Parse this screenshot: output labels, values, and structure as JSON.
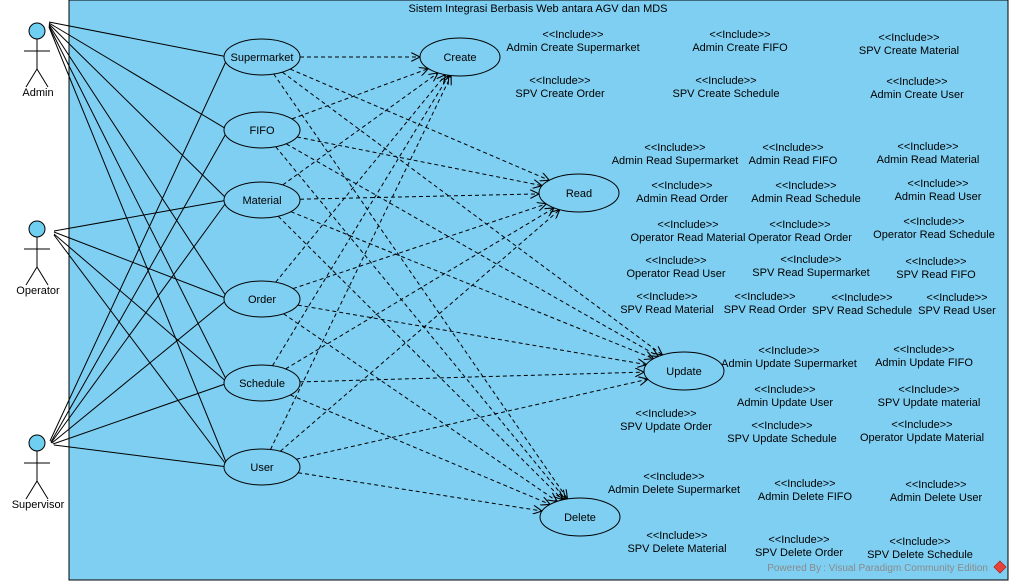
{
  "system_title": "Sistem Integrasi Berbasis Web antara AGV dan MDS",
  "watermark": "Powered By : Visual Paradigm Community Edition",
  "colors": {
    "boundary_fill": "#7fcff2",
    "actor_fill": "#6ecff0",
    "stroke": "#000000",
    "logo": "#e8413a"
  },
  "actors": [
    {
      "id": "admin",
      "label": "Admin"
    },
    {
      "id": "operator",
      "label": "Operator"
    },
    {
      "id": "supervisor",
      "label": "Supervisor"
    }
  ],
  "source_use_cases": [
    {
      "id": "supermarket",
      "label": "Supermarket"
    },
    {
      "id": "fifo",
      "label": "FIFO"
    },
    {
      "id": "material",
      "label": "Material"
    },
    {
      "id": "order",
      "label": "Order"
    },
    {
      "id": "schedule",
      "label": "Schedule"
    },
    {
      "id": "user",
      "label": "User"
    }
  ],
  "crud_use_cases": [
    {
      "id": "create",
      "label": "Create"
    },
    {
      "id": "read",
      "label": "Read"
    },
    {
      "id": "update",
      "label": "Update"
    },
    {
      "id": "delete",
      "label": "Delete"
    }
  ],
  "stereotype": "<<Include>>",
  "include_labels": [
    "Admin Create Supermarket",
    "Admin Create FIFO",
    "SPV Create Material",
    "SPV Create Order",
    "SPV Create Schedule",
    "Admin Create User",
    "Admin Read Supermarket",
    "Admin Read FIFO",
    "Admin Read Material",
    "Admin Read Order",
    "Admin Read Schedule",
    "Admin Read User",
    "Operator Read Material",
    "Operator Read Order",
    "Operator Read Schedule",
    "Operator Read User",
    "SPV Read Supermarket",
    "SPV Read FIFO",
    "SPV Read Material",
    "SPV Read Order",
    "SPV Read Schedule",
    "SPV Read User",
    "Admin Update Supermarket",
    "Admin Update FIFO",
    "Admin Update User",
    "SPV Update material",
    "SPV Update Order",
    "SPV Update Schedule",
    "Operator Update Material",
    "Admin Delete Supermarket",
    "Admin Delete FIFO",
    "Admin Delete User",
    "SPV Delete Material",
    "SPV Delete Order",
    "SPV Delete Schedule"
  ],
  "associations": {
    "admin": [
      "supermarket",
      "fifo",
      "material",
      "order",
      "schedule",
      "user"
    ],
    "operator": [
      "material",
      "order",
      "schedule",
      "user"
    ],
    "supervisor": [
      "supermarket",
      "fifo",
      "material",
      "order",
      "schedule",
      "user"
    ]
  },
  "includes": {
    "supermarket": [
      "create",
      "read",
      "update",
      "delete"
    ],
    "fifo": [
      "create",
      "read",
      "update",
      "delete"
    ],
    "material": [
      "create",
      "read",
      "update",
      "delete"
    ],
    "order": [
      "create",
      "read",
      "update",
      "delete"
    ],
    "schedule": [
      "create",
      "read",
      "update",
      "delete"
    ],
    "user": [
      "create",
      "read",
      "update",
      "delete"
    ]
  }
}
